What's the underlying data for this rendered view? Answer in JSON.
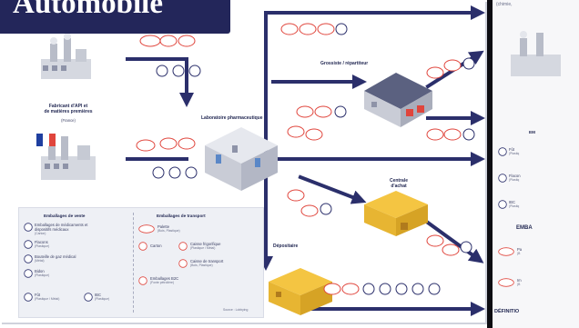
{
  "title": "Automobile",
  "nodes": {
    "manufacturer": {
      "label": "Fabricant d'API et\nde matières premières",
      "sub": "(France)"
    },
    "laboratory": {
      "label": "Laboratoire pharmaceutique"
    },
    "wholesaler": {
      "label": "Grossiste / répartiteur"
    },
    "purchasing_center": {
      "label": "Centrale\nd'achat"
    },
    "depositary": {
      "label": "Dépositaire"
    }
  },
  "legend": {
    "sales_header": "Emballages de vente",
    "transport_header": "Emballages de transport",
    "sales_items": [
      {
        "label": "Emballages de médicaments et\ndispositifs médicaux",
        "sub": "(Carton)"
      },
      {
        "label": "Flacons",
        "sub": "(Plastique)"
      },
      {
        "label": "Bouteille de gaz médical",
        "sub": "(Métal)"
      },
      {
        "label": "Bidon",
        "sub": "(Plastique)"
      },
      {
        "label": "Fût",
        "sub": "(Plastique / Métal)"
      },
      {
        "label": "IBC",
        "sub": "(Plastique)"
      }
    ],
    "transport_items": [
      {
        "label": "Palette",
        "sub": "(Bois, Plastique)"
      },
      {
        "label": "Carton",
        "sub": ""
      },
      {
        "label": "Caisse frigorifique",
        "sub": "(Plastique / Métal)"
      },
      {
        "label": "Caisse de transport",
        "sub": "(Bois, Plastique)"
      },
      {
        "label": "Emballages B2C",
        "sub": "(Fonte pétrolière)"
      }
    ],
    "footnote": "Source : Lobbying"
  },
  "right_panel": {
    "top_text": "(chimie,",
    "section1": "EM",
    "items": [
      {
        "label": "Fût",
        "sub": "(Plastiq"
      },
      {
        "label": "Flacon",
        "sub": "(Plastiq"
      },
      {
        "label": "IBC",
        "sub": "(Plastiq"
      }
    ],
    "section2": "EMBA",
    "items2": [
      {
        "label": "Pa",
        "sub": "(B"
      },
      {
        "label": "Im",
        "sub": "(B"
      }
    ],
    "section3": "DÉFINITIO"
  },
  "colors": {
    "arrow": "#2b2f6b",
    "title_bg": "#23265a",
    "accent_red": "#e0453c",
    "building_grey": "#c9ccd6",
    "warehouse_yellow": "#f4c542"
  }
}
